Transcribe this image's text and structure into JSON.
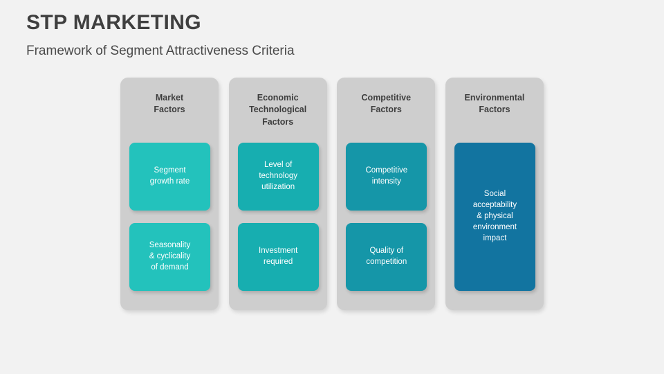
{
  "header": {
    "title": "STP MARKETING",
    "subtitle": "Framework of Segment Attractiveness Criteria"
  },
  "colors": {
    "background": "#f2f2f2",
    "panel": "#cecece",
    "title_text": "#3f3f3f",
    "subtitle_text": "#4a4a4a",
    "column_title_text": "#3d3d3d",
    "card_text": "#ffffff",
    "column_1_card": "#23c2bc",
    "column_2_card": "#17aeb0",
    "column_3_card": "#1596a8",
    "column_4_card": "#1274a0"
  },
  "columns": [
    {
      "title": "Market\nFactors",
      "title_lines": [
        "Market",
        "Factors"
      ],
      "card_color": "#23c2bc",
      "cards": [
        {
          "lines": [
            "Segment",
            "growth rate"
          ],
          "text": "Segment growth rate",
          "size": "short"
        },
        {
          "lines": [
            "Seasonality",
            "& cyclicality",
            "of demand"
          ],
          "text": "Seasonality & cyclicality of demand",
          "size": "short"
        }
      ]
    },
    {
      "title": "Economic\nTechnological\nFactors",
      "title_lines": [
        "Economic",
        "Technological",
        "Factors"
      ],
      "card_color": "#17aeb0",
      "cards": [
        {
          "lines": [
            "Level of",
            "technology",
            "utilization"
          ],
          "text": "Level of technology utilization",
          "size": "short"
        },
        {
          "lines": [
            "Investment",
            "required"
          ],
          "text": "Investment required",
          "size": "short"
        }
      ]
    },
    {
      "title": "Competitive\nFactors",
      "title_lines": [
        "Competitive",
        "Factors"
      ],
      "card_color": "#1596a8",
      "cards": [
        {
          "lines": [
            "Competitive",
            "intensity"
          ],
          "text": "Competitive intensity",
          "size": "short"
        },
        {
          "lines": [
            "Quality of",
            "competition"
          ],
          "text": "Quality of competition",
          "size": "short"
        }
      ]
    },
    {
      "title": "Environmental\nFactors",
      "title_lines": [
        "Environmental",
        "Factors"
      ],
      "card_color": "#1274a0",
      "cards": [
        {
          "lines": [
            "Social",
            "acceptability",
            "& physical",
            "environment",
            "impact"
          ],
          "text": "Social acceptability & physical environment impact",
          "size": "tall"
        }
      ]
    }
  ]
}
